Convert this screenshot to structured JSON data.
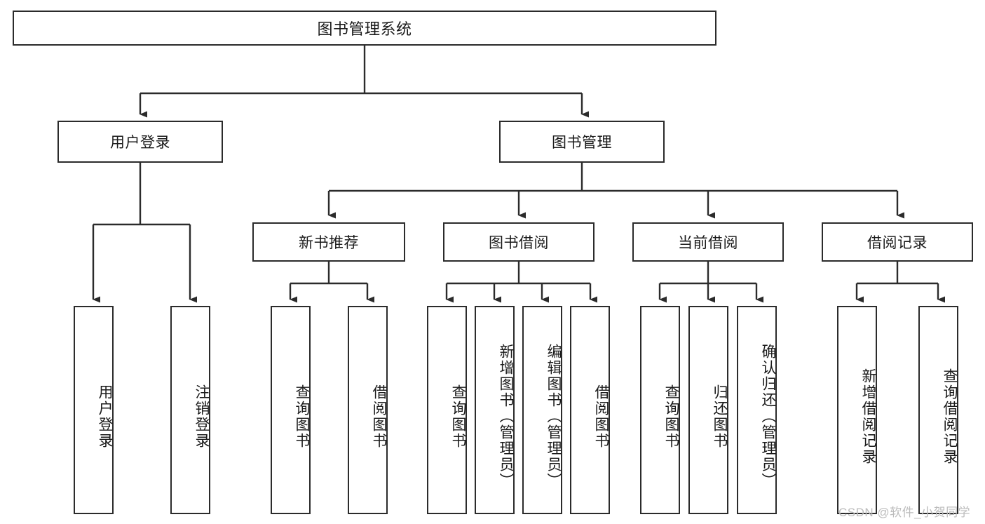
{
  "diagram": {
    "type": "tree-hierarchy-chart",
    "title": "图书管理系统",
    "watermark": "CSDN @软件_小贺同学",
    "stroke_color": "#2b2b2b",
    "fill_color": "#ffffff",
    "text_color": "#1a1a1a",
    "watermark_color": "#bcbcbc"
  },
  "root": {
    "label": "图书管理系统"
  },
  "level2": [
    {
      "label": "用户登录"
    },
    {
      "label": "图书管理"
    }
  ],
  "level3": [
    {
      "label": "新书推荐"
    },
    {
      "label": "图书借阅"
    },
    {
      "label": "当前借阅"
    },
    {
      "label": "借阅记录"
    }
  ],
  "leaves": {
    "user_login": [
      {
        "label": "用户登录"
      },
      {
        "label": "注销登录"
      }
    ],
    "new_book": [
      {
        "label": "查询图书"
      },
      {
        "label": "借阅图书"
      }
    ],
    "book_borrow": [
      {
        "label": "查询图书"
      },
      {
        "label": "新增图书（管理员）"
      },
      {
        "label": "编辑图书（管理员）"
      },
      {
        "label": "借阅图书"
      }
    ],
    "current_borrow": [
      {
        "label": "查询图书"
      },
      {
        "label": "归还图书"
      },
      {
        "label": "确认归还（管理员）"
      }
    ],
    "borrow_record": [
      {
        "label": "新增借阅记录"
      },
      {
        "label": "查询借阅记录"
      }
    ]
  }
}
